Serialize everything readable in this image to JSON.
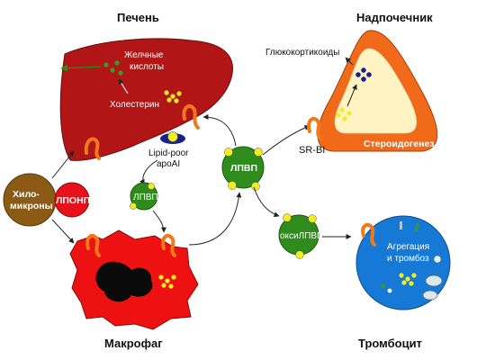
{
  "headings": {
    "liver": "Печень",
    "adrenal": "Надпочечник",
    "macrophage": "Макрофаг",
    "platelet": "Тромбоцит"
  },
  "liver": {
    "bile_acids_line1": "Желчные",
    "bile_acids_line2": "кислоты",
    "cholesterol": "Холестерин"
  },
  "adrenal": {
    "glucocorticoids": "Глюкокортикоиды",
    "steroidogenesis": "Стероидогенез",
    "receptor": "SR-BI"
  },
  "particles": {
    "lipid_poor_line1": "Lipid-poor",
    "lipid_poor_line2": "apoAI",
    "hdl_small": "ЛПВП",
    "hdl_large": "ЛПВП",
    "oxhdl": "оксиЛПВП",
    "vldl": "ЛПОНП",
    "chylo_line1": "Хило-",
    "chylo_line2": "микроны"
  },
  "platelet": {
    "label_line1": "Агрегация",
    "label_line2": "и тромбоз"
  },
  "colors": {
    "liver": "#b11515",
    "macrophage": "#ee1111",
    "hdl_green": "#2e8b1c",
    "adrenal_orange": "#f06a1a",
    "adrenal_core": "#fff3c4",
    "platelet_blue": "#1679d6",
    "chylo_brown": "#8b5a14",
    "vldl_red": "#e8101a",
    "apoai_yellow": "#f2ee1e"
  }
}
